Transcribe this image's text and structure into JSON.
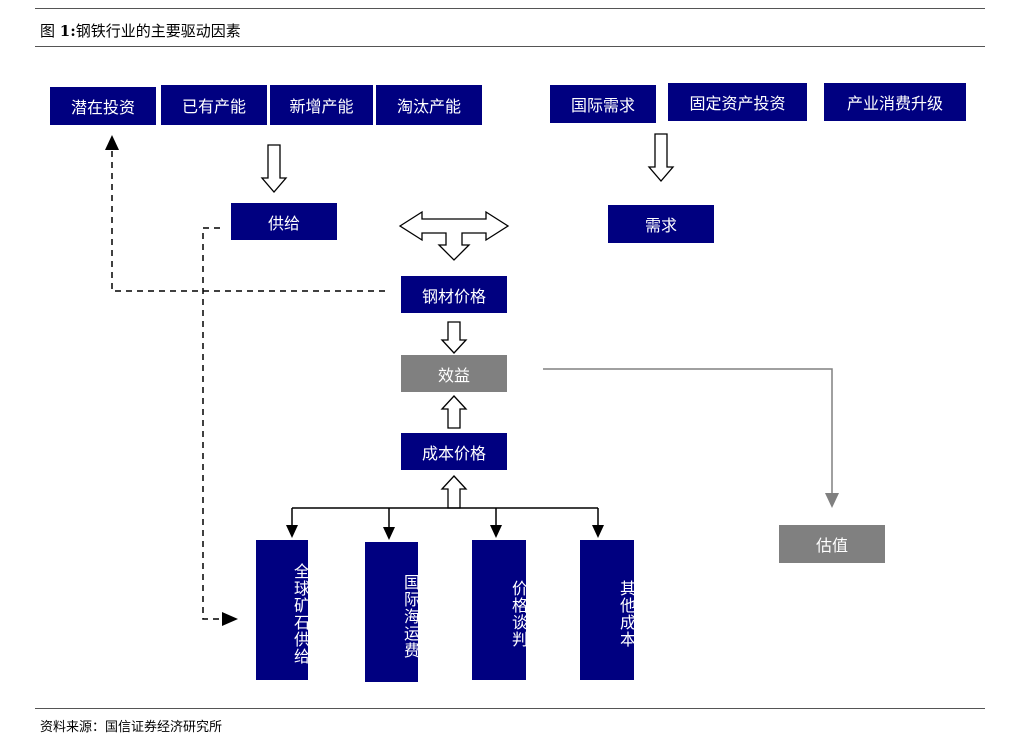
{
  "caption": {
    "prefix": "图 ",
    "number": "1:",
    "title": "钢铁行业的主要驱动因素"
  },
  "supply_factors": [
    "潜在投资",
    "已有产能",
    "新增产能",
    "淘汰产能"
  ],
  "demand_factors": [
    "国际需求",
    "固定资产投资",
    "产业消费升级"
  ],
  "nodes": {
    "supply": "供给",
    "demand": "需求",
    "steel_price": "钢材价格",
    "profit": "效益",
    "cost_price": "成本价格",
    "valuation": "估值"
  },
  "cost_factors": [
    "全球矿石供给",
    "国际海运费",
    "价格谈判",
    "其他成本"
  ],
  "source": "资料来源：国信证券经济研究所",
  "colors": {
    "navy": "#000080",
    "gray": "#808080"
  }
}
